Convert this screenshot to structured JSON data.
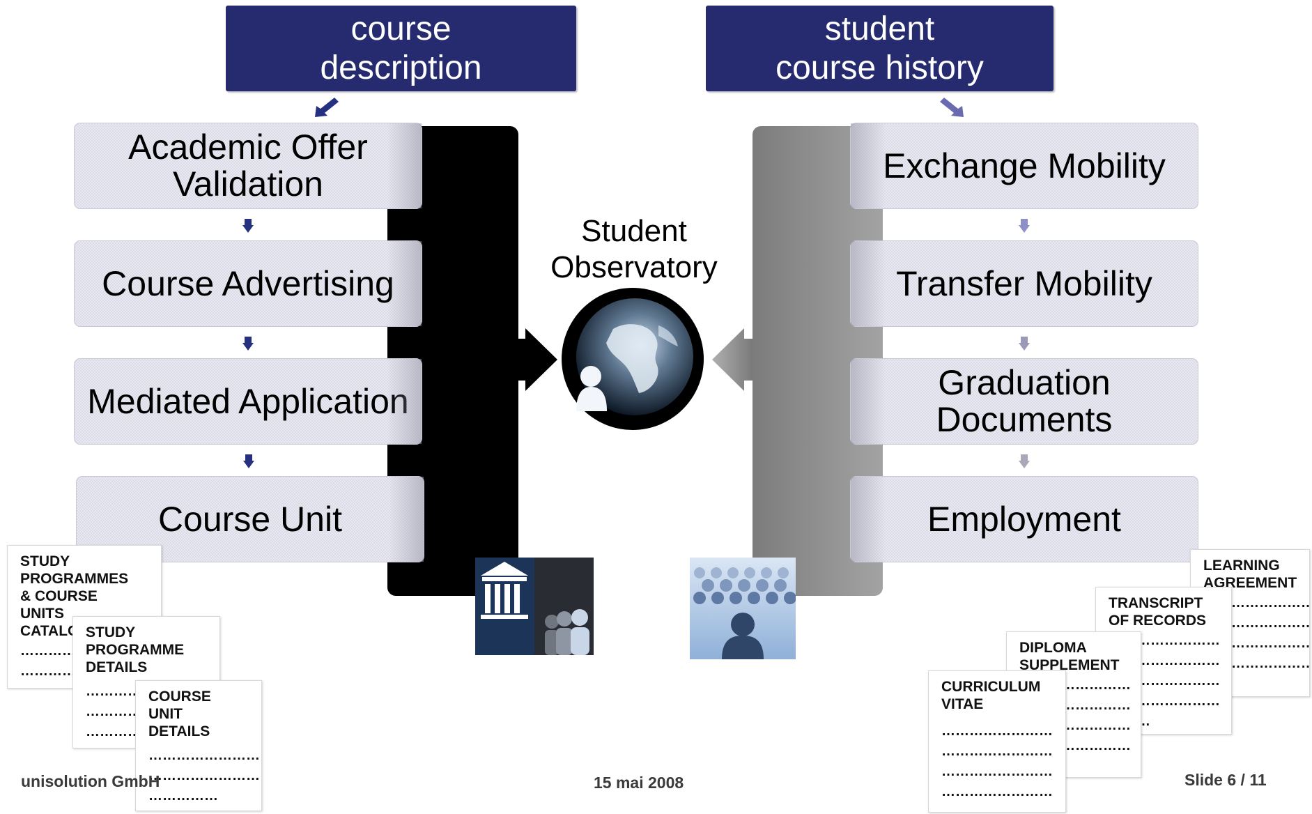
{
  "headers": {
    "left": "course\ndescription",
    "right": "student\ncourse history"
  },
  "center": {
    "title": "Student\nObservatory"
  },
  "left_steps": [
    "Academic Offer\nValidation",
    "Course Advertising",
    "Mediated Application",
    "Course Unit"
  ],
  "right_steps": [
    "Exchange Mobility",
    "Transfer Mobility",
    "Graduation\nDocuments",
    "Employment"
  ],
  "left_docs": [
    {
      "title": "STUDY\nPROGRAMMES\n& COURSE\nUNITS\nCATALOGUE",
      "dots": [
        "……………………",
        "……………………",
        "……………………"
      ]
    },
    {
      "title": "STUDY\nPROGRAMME\nDETAILS",
      "dots": [
        "……………………",
        "……………………",
        "……………………",
        "…"
      ]
    },
    {
      "title": "COURSE\nUNIT\nDETAILS",
      "dots": [
        "……………………",
        "……………………",
        "……………"
      ]
    }
  ],
  "right_docs": [
    {
      "title": "LEARNING\nAGREEMENT",
      "dots": [
        "……………………",
        "……………………",
        "……………………",
        "……………………"
      ]
    },
    {
      "title": "TRANSCRIPT\nOF RECORDS",
      "dots": [
        "……………………",
        "……………………",
        "……………………",
        "……………………",
        "………"
      ]
    },
    {
      "title": "DIPLOMA\nSUPPLEMENT",
      "dots": [
        "……………………",
        "……………………",
        "……………………",
        "……………………",
        "……"
      ]
    },
    {
      "title": "CURRICULUM\nVITAE",
      "dots": [
        "……………………",
        "……………………",
        "……………………",
        "……………………",
        "……………"
      ]
    }
  ],
  "footer": {
    "company": "unisolution GmbH",
    "date": "15 mai 2008",
    "slide": "Slide 6 / 11"
  },
  "colors": {
    "header_bg": "#262a6e",
    "step_bg": "#dcdbe8",
    "left_bar": "#000000",
    "right_bar": "#8c8c8c",
    "left_arrow": "#263080",
    "right_arrow": "#7a7ab8"
  },
  "icons": [
    "globe-person-icon",
    "institution-icon",
    "audience-icon"
  ]
}
